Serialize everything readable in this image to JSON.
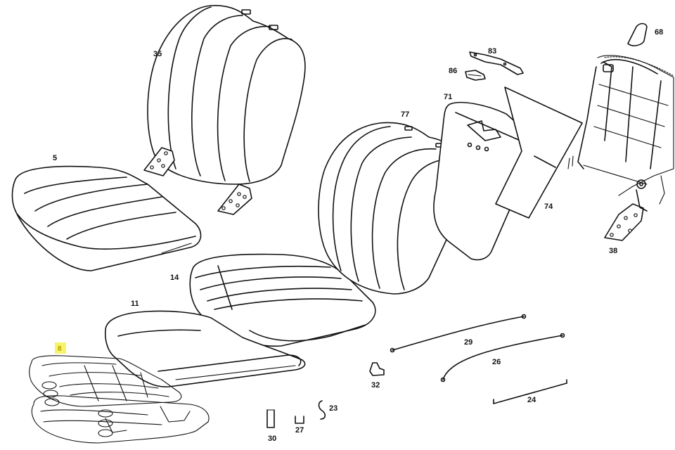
{
  "diagram": {
    "highlighted_part": "8",
    "callouts": {
      "p35": "35",
      "p5": "5",
      "p14": "14",
      "p11": "11",
      "p8": "8",
      "p77": "77",
      "p71": "71",
      "p83": "83",
      "p86": "86",
      "p68": "68",
      "p74": "74",
      "p38": "38",
      "p29": "29",
      "p26": "26",
      "p24": "24",
      "p32": "32",
      "p23": "23",
      "p27": "27",
      "p30": "30"
    }
  }
}
